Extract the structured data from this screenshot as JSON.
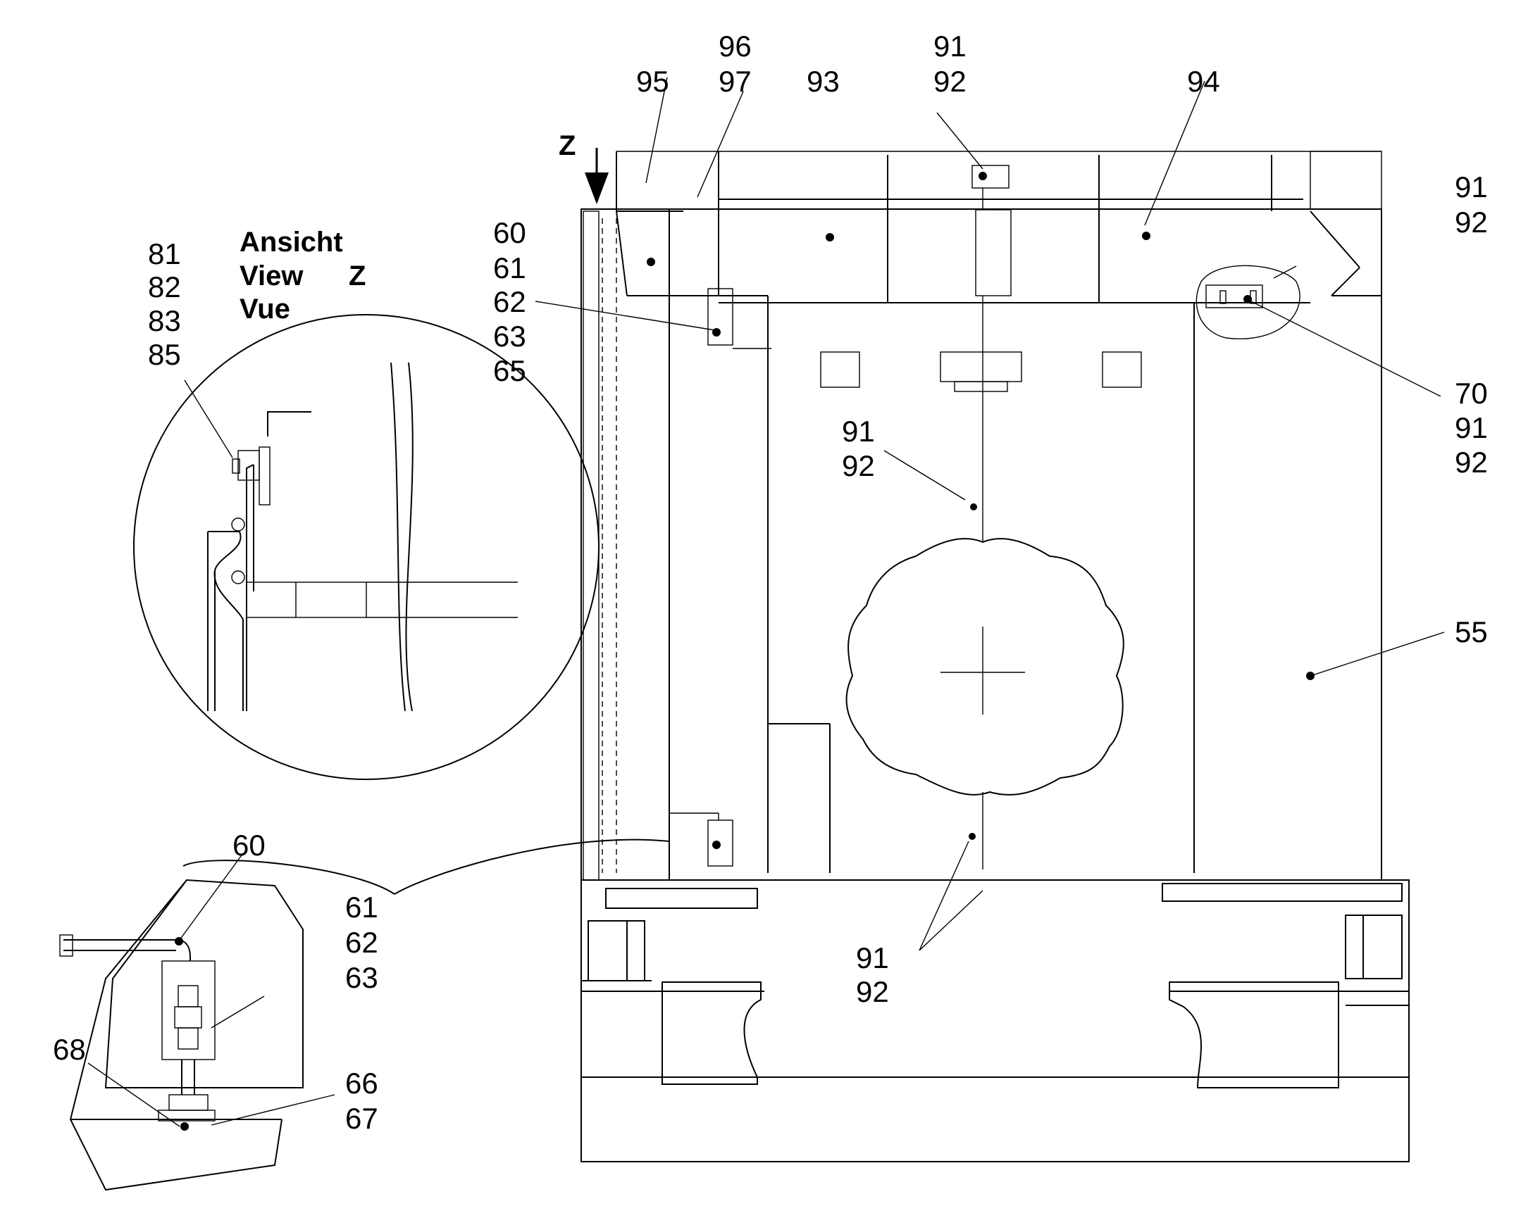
{
  "view_z": {
    "marker": "Z",
    "title_de": "Ansicht",
    "title_en": "View",
    "title_fr": "Vue",
    "title_suffix": "Z"
  },
  "labels": {
    "l95": "95",
    "l96": "96",
    "l97": "97",
    "l93": "93",
    "l91_top": "91",
    "l92_top": "92",
    "l94": "94",
    "l91_right": "91",
    "l92_right": "92",
    "l60": "60",
    "l61": "61",
    "l62": "62",
    "l63": "63",
    "l65": "65",
    "l70": "70",
    "l91_mid_right": "91",
    "l92_mid_right": "92",
    "l91_center": "91",
    "l92_center": "92",
    "l55": "55",
    "l81": "81",
    "l82": "82",
    "l83": "83",
    "l85": "85",
    "l60_detail": "60",
    "l61_detail": "61",
    "l62_detail": "62",
    "l63_detail": "63",
    "l68": "68",
    "l66": "66",
    "l67": "67",
    "l91_bottom": "91",
    "l92_bottom": "92"
  }
}
